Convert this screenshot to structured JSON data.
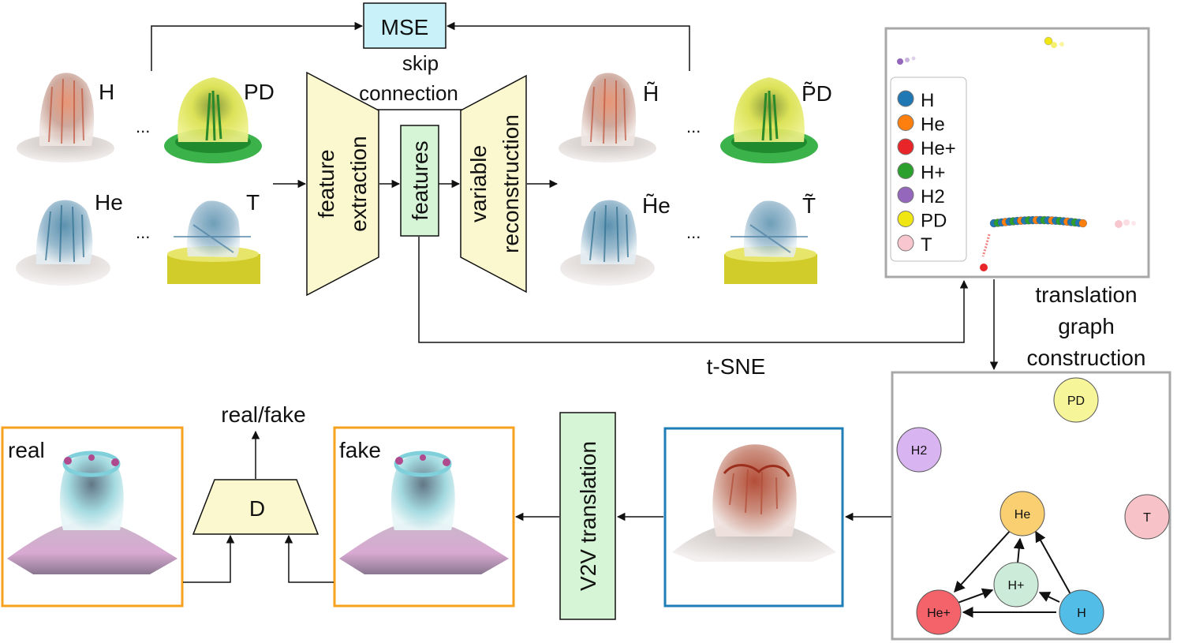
{
  "top_module": {
    "loss_label": "MSE",
    "skip_label_line1": "skip",
    "skip_label_line2": "connection",
    "input_labels": [
      "H",
      "PD",
      "He",
      "T"
    ],
    "ellipsis": "...",
    "encoder_line1": "feature",
    "encoder_line2": "extraction",
    "features_label": "features",
    "decoder_line1": "variable",
    "decoder_line2": "reconstruction",
    "output_labels": [
      "H̃",
      "P̃D",
      "H̃e",
      "T̃"
    ],
    "tsne_label": "t-SNE"
  },
  "tsne_plot": {
    "legend": [
      {
        "label": "H",
        "color": "#1f77b4"
      },
      {
        "label": "He",
        "color": "#ff7f0e"
      },
      {
        "label": "He+",
        "color": "#e8262a"
      },
      {
        "label": "H+",
        "color": "#2ca02c"
      },
      {
        "label": "H2",
        "color": "#9467bd"
      },
      {
        "label": "PD",
        "color": "#f0e613"
      },
      {
        "label": "T",
        "color": "#f7c6cf"
      }
    ]
  },
  "graph_step": {
    "line1": "translation",
    "line2": "graph",
    "line3": "construction"
  },
  "translation_graph": {
    "nodes": [
      {
        "id": "PD",
        "label": "PD",
        "color": "#f6f59a"
      },
      {
        "id": "H2",
        "label": "H2",
        "color": "#d8b4f0"
      },
      {
        "id": "He",
        "label": "He",
        "color": "#f9cf72"
      },
      {
        "id": "T",
        "label": "T",
        "color": "#f7c2c8"
      },
      {
        "id": "Hp",
        "label": "H+",
        "color": "#cdebd9"
      },
      {
        "id": "Hep",
        "label": "He+",
        "color": "#f4636a"
      },
      {
        "id": "H",
        "label": "H",
        "color": "#52bde6"
      }
    ]
  },
  "bottom_module": {
    "v2v_label": "V2V translation",
    "discriminator_label": "D",
    "discriminator_output": "real/fake",
    "real_label": "real",
    "fake_label": "fake"
  },
  "colors": {
    "module_fill": "#fbf8cf",
    "features_fill": "#d6f5d6",
    "mse_fill": "#c8f1f9",
    "v2v_fill": "#d6f5d6",
    "frame_orange": "#f6a21e",
    "frame_blue": "#1f7db7",
    "panel_border": "#a8a8a8"
  }
}
